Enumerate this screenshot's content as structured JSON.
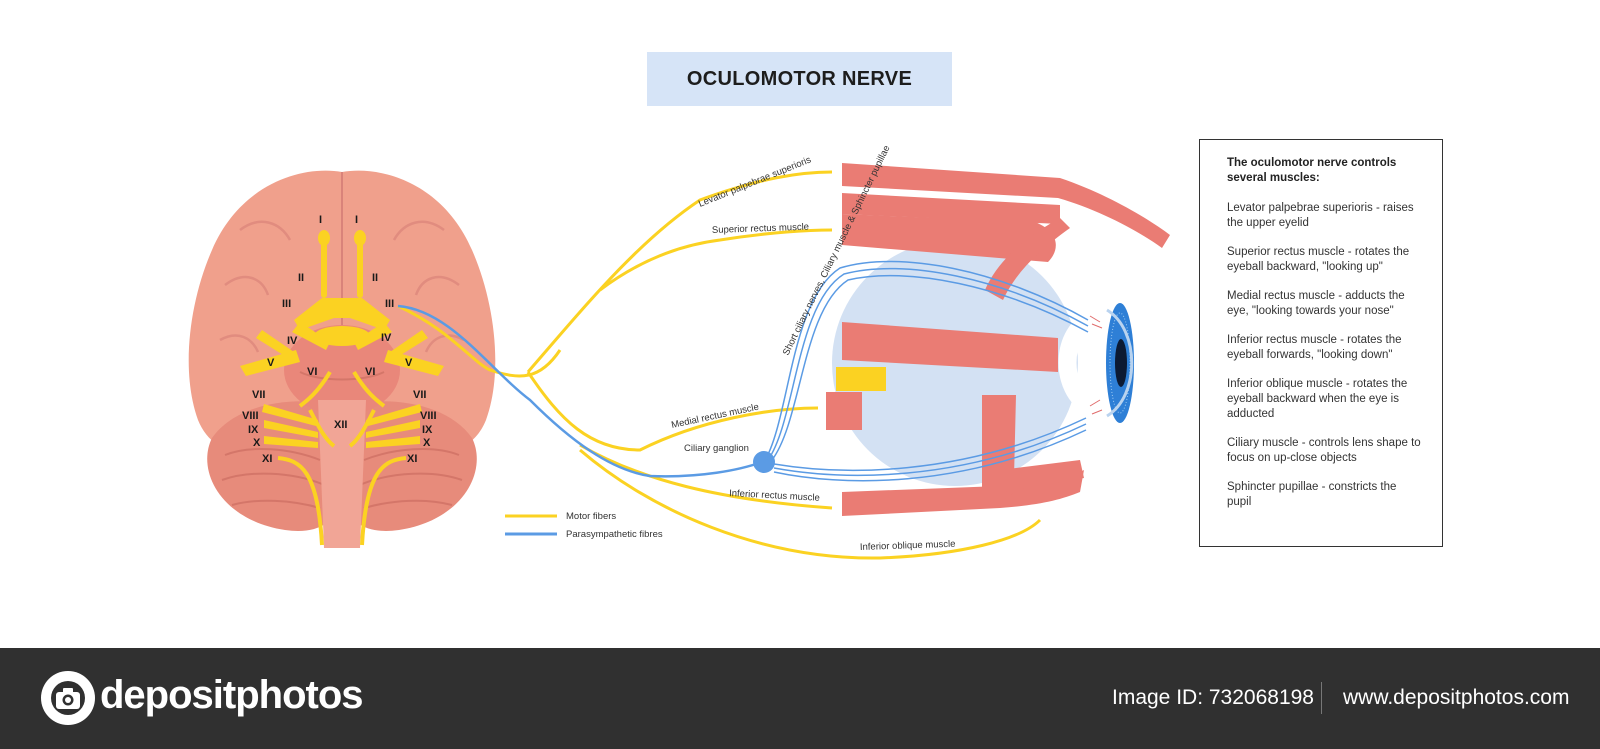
{
  "title": "OCULOMOTOR NERVE",
  "brain_labels": {
    "I": "I",
    "II": "II",
    "III": "III",
    "IV": "IV",
    "V": "V",
    "VI": "VI",
    "VII": "VII",
    "VIII": "VIII",
    "IX": "IX",
    "X": "X",
    "XI": "XI",
    "XII": "XII"
  },
  "nerve_labels": {
    "levator": "Levator palpebrae superioris",
    "superior_rectus": "Superior rectus muscle",
    "short_ciliary": "Short ciliary nerves, Ciliary muscle & Sphincter pupillae",
    "medial_rectus": "Medial rectus muscle",
    "ciliary_ganglion": "Ciliary ganglion",
    "inferior_rectus": "Inferior rectus muscle",
    "inferior_oblique": "Inferior oblique muscle"
  },
  "legend": {
    "motor": "Motor fibers",
    "parasympathetic": "Parasympathetic fibres"
  },
  "info": {
    "intro": "The oculomotor nerve controls several muscles:",
    "items": [
      "Levator palpebrae superioris - raises the upper eyelid",
      "Superior rectus muscle - rotates the eyeball backward, \"looking up\"",
      "Medial rectus muscle - adducts the eye, \"looking towards your nose\"",
      "Inferior rectus muscle - rotates the eyeball forwards, \"looking down\"",
      "Inferior oblique muscle - rotates the eyeball backward when the eye is adducted",
      "Ciliary muscle - controls lens shape to focus on up-close objects",
      "Sphincter pupillae - constricts the pupil"
    ]
  },
  "footer": {
    "brand": "depositphotos",
    "image_id": "Image ID: 732068198",
    "site": "www.depositphotos.com"
  },
  "colors": {
    "motor": "#fbd222",
    "parasympathetic": "#5b9be4",
    "brain": "#f0a08c",
    "muscle": "#ea7c74",
    "eyeball": "#d3e1f3",
    "title_bg": "#d6e4f7",
    "footer_bg": "#303030"
  },
  "icons": [
    "depositphotos-logo-icon"
  ]
}
